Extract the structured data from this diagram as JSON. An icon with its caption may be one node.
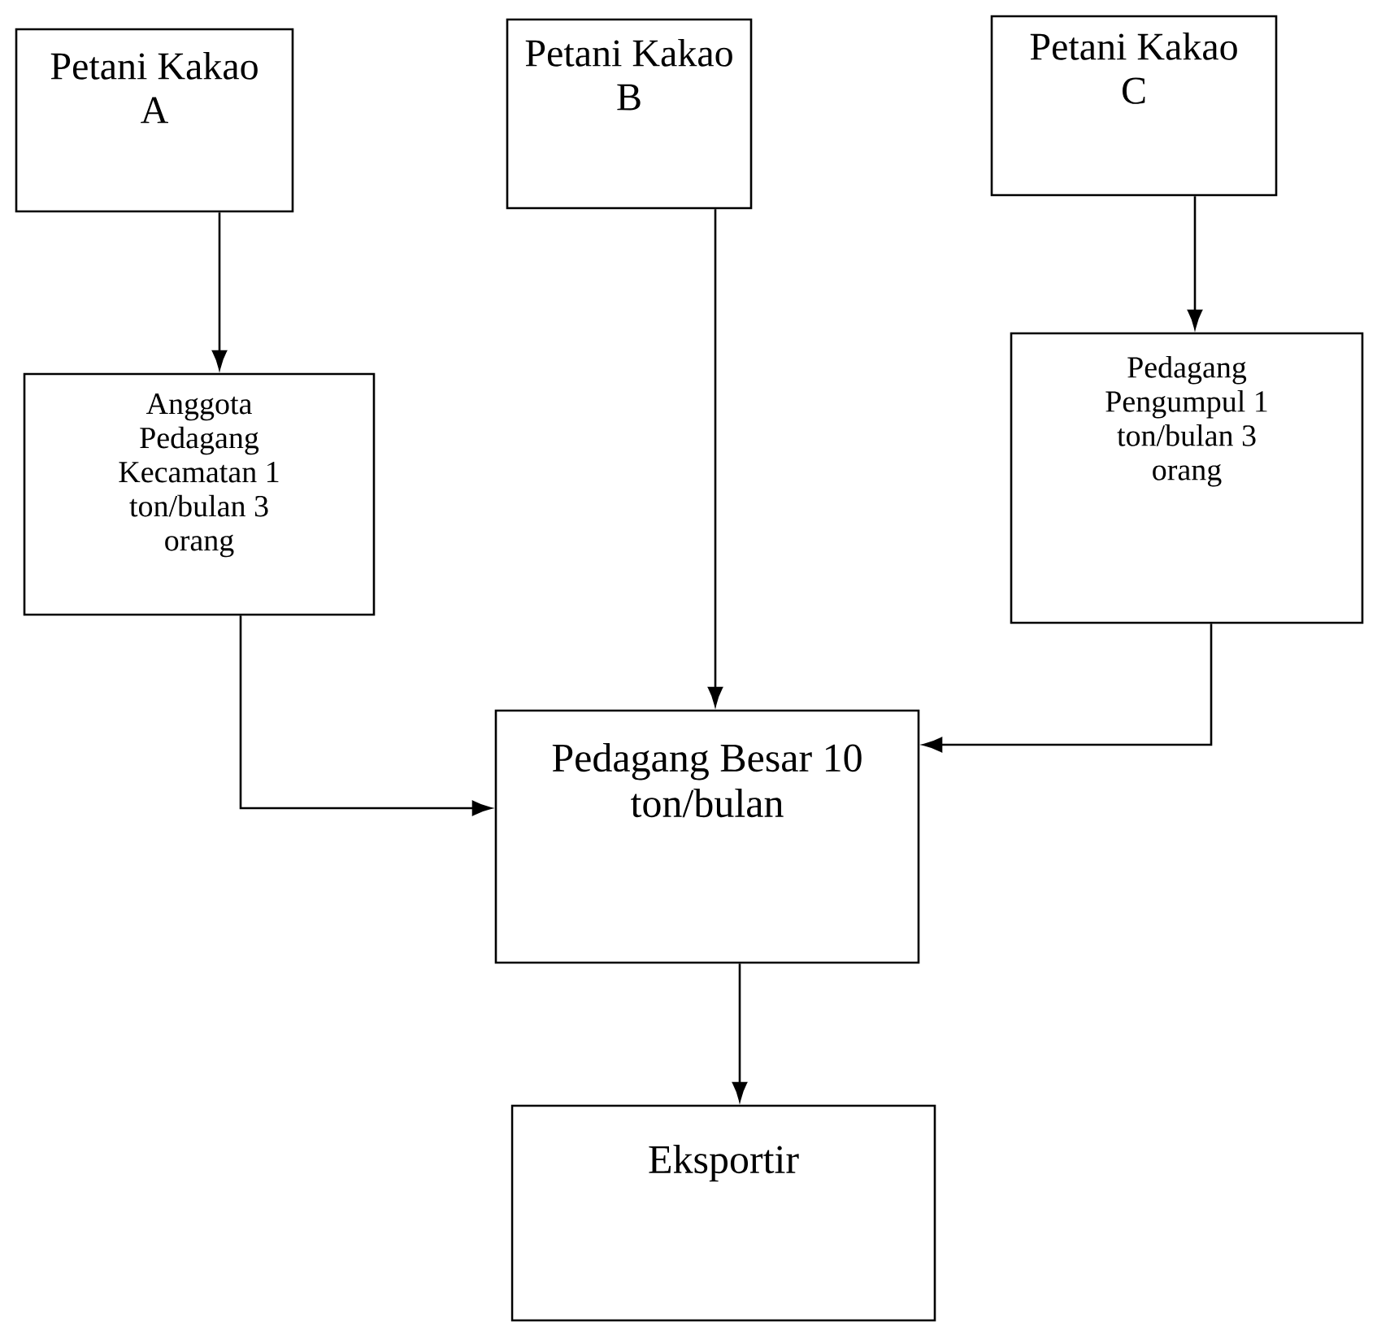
{
  "diagram": {
    "nodes": [
      {
        "text": [
          "Petani Kakao A"
        ]
      },
      {
        "text": [
          "Petani Kakao B"
        ]
      },
      {
        "text": [
          "Petani Kakao C"
        ]
      },
      {
        "text": [
          "Anggota Pedagang Kecamatan 1 ton/bulan 3 orang"
        ]
      },
      {
        "text": [
          "Pedagang Pengumpul 1 ton/bulan 3 orang"
        ]
      },
      {
        "text": [
          "Pedagang Besar 10 ton/bulan"
        ]
      },
      {
        "text": [
          "Eksportir"
        ]
      }
    ],
    "edges": [
      {
        "from": 0,
        "to": 3,
        "arrow": "to"
      },
      {
        "from": 1,
        "to": 5,
        "arrow": "to"
      },
      {
        "from": 2,
        "to": 4,
        "arrow": "to"
      },
      {
        "from": 3,
        "to": 5,
        "arrow": "to"
      },
      {
        "from": 4,
        "to": 5,
        "arrow": "to"
      },
      {
        "from": 5,
        "to": 6,
        "arrow": "to"
      }
    ]
  }
}
